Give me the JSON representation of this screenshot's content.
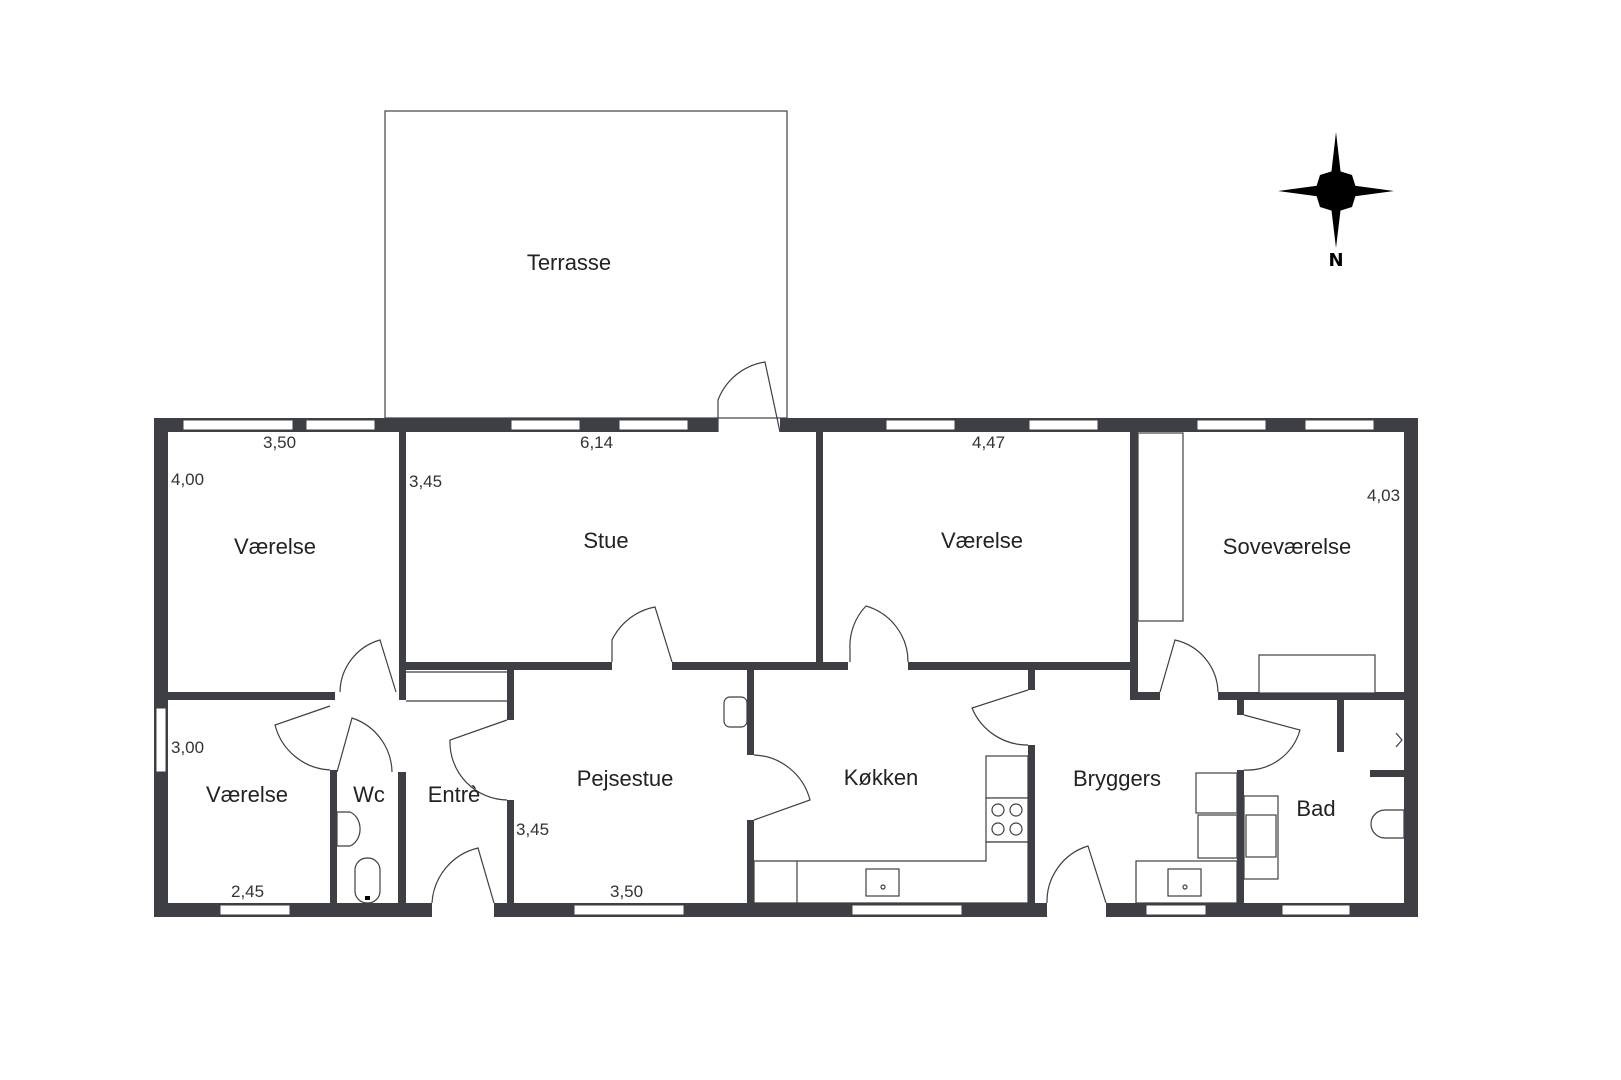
{
  "rooms": {
    "terrasse": "Terrasse",
    "vaerelse_nw": "Værelse",
    "stue": "Stue",
    "vaerelse_n": "Værelse",
    "sovevaerelse": "Soveværelse",
    "vaerelse_sw": "Værelse",
    "wc": "Wc",
    "entre": "Entrè",
    "pejsestue": "Pejsestue",
    "koekken": "Køkken",
    "bryggers": "Bryggers",
    "bad": "Bad"
  },
  "dimensions": {
    "vaerelse_nw_width": "3,50",
    "vaerelse_nw_depth": "4,00",
    "stue_width": "6,14",
    "stue_depth": "3,45",
    "vaerelse_n_width": "4,47",
    "sovevaerelse_depth": "4,03",
    "vaerelse_sw_depth": "3,00",
    "vaerelse_sw_width": "2,45",
    "pejsestue_depth": "3,45",
    "pejsestue_width": "3,50"
  },
  "compass": {
    "label": "N",
    "icon": "compass-rose-icon"
  },
  "colors": {
    "wall": "#3d3f44",
    "background": "#ffffff"
  }
}
